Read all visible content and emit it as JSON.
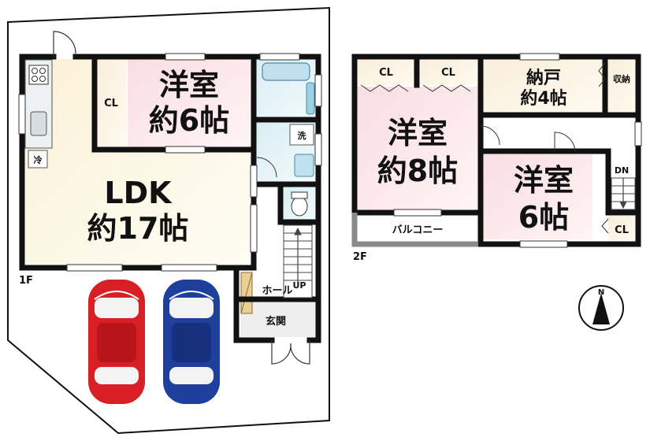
{
  "floor1": {
    "label": "1F",
    "ldk": {
      "name": "LDK",
      "size": "約17帖"
    },
    "western_room": {
      "name": "洋室",
      "size": "約6帖"
    },
    "closet": "CL",
    "hall": "ホール",
    "entrance": "玄関",
    "stairs_up": "UP",
    "washer": "洗",
    "fridge": "冷"
  },
  "floor2": {
    "label": "2F",
    "room8": {
      "name": "洋室",
      "size": "約8帖"
    },
    "room6": {
      "name": "洋室",
      "size": "6帖"
    },
    "storage": {
      "name": "納戸",
      "size": "約4帖"
    },
    "storage_closet": "収納",
    "closet_a": "CL",
    "closet_b": "CL",
    "closet_c": "CL",
    "balcony": "バルコニー",
    "stairs_down": "DN"
  },
  "compass": {
    "north": "N"
  },
  "colors": {
    "wall": "#111111",
    "western_room_fill": "#fbe3e6",
    "storage_fill": "#faeadf",
    "ldk_fill": "#fbf6e2",
    "wet_fill": "#e4f3f7",
    "balcony_fill": "#8a8a8a",
    "car_red": "#d81f26",
    "car_blue": "#1f3f9c"
  }
}
